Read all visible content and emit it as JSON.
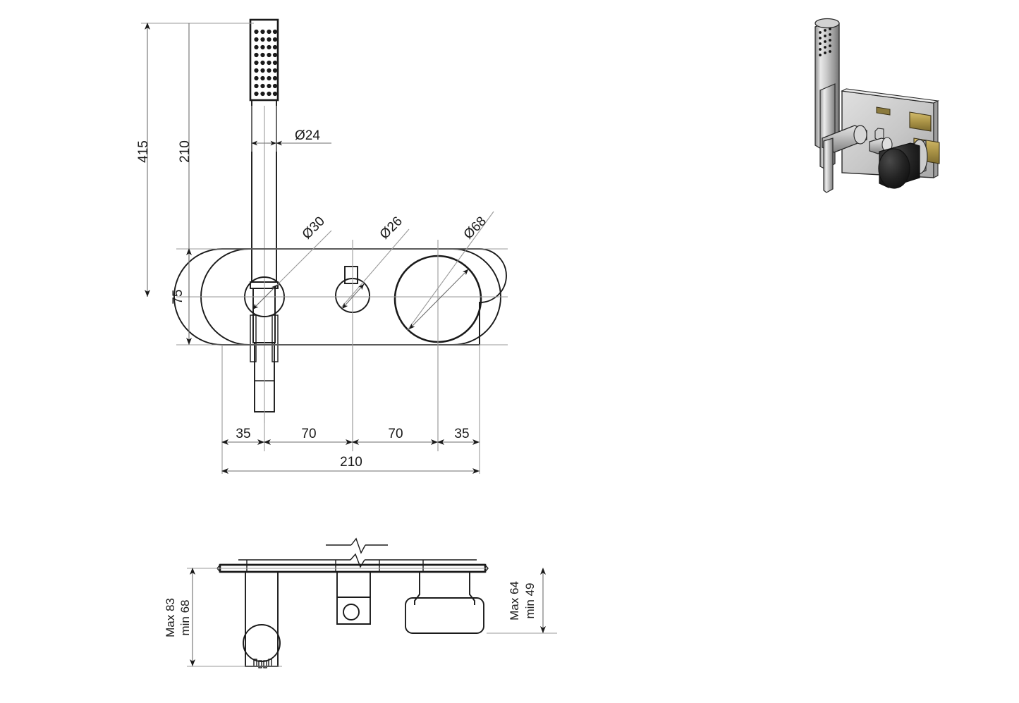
{
  "drawing": {
    "title": "Wall-mounted shower mixer technical drawing",
    "units": "mm",
    "views": {
      "front": "front-elevation",
      "side": "side-section",
      "iso": "isometric-render"
    }
  },
  "dimensions": {
    "overall_height": "415",
    "inner_height": "210",
    "plate_center_height": "75",
    "handset_tube_dia": "Ø24",
    "holder_dia": "Ø30",
    "diverter_dia": "Ø26",
    "thermostat_dia": "Ø68",
    "chain": [
      "35",
      "70",
      "70",
      "35"
    ],
    "total_width": "210",
    "left_projection_max": "Max 83",
    "left_projection_min": "min 68",
    "right_projection_max": "Max 64",
    "right_projection_min": "min 49"
  },
  "labels": {
    "dia24": "Ø24",
    "dia30": "Ø30",
    "dia26": "Ø26",
    "dia68": "Ø68",
    "h415": "415",
    "h210": "210",
    "h75": "75",
    "w35a": "35",
    "w70a": "70",
    "w70b": "70",
    "w35b": "35",
    "w210": "210",
    "maxl": "Max 83",
    "minl": "min 68",
    "maxr": "Max 64",
    "minr": "min 49"
  },
  "colors": {
    "line": "#1a1a1a",
    "extension": "#9a9a9a",
    "dimension": "#6e6e6e",
    "metal_light": "#dcdcdc",
    "metal_mid": "#b4b4b4",
    "metal_dark": "#8d8d8d",
    "brass": "#b09a4e",
    "knob_black": "#1b1b1b",
    "plate": "#cfcfcf"
  },
  "iso_view": {
    "name": "shower-mixer-isometric",
    "parts": [
      "handshower",
      "hose-outlet",
      "backplate",
      "diverter-knob",
      "thermostat-knob",
      "brass-body"
    ]
  }
}
